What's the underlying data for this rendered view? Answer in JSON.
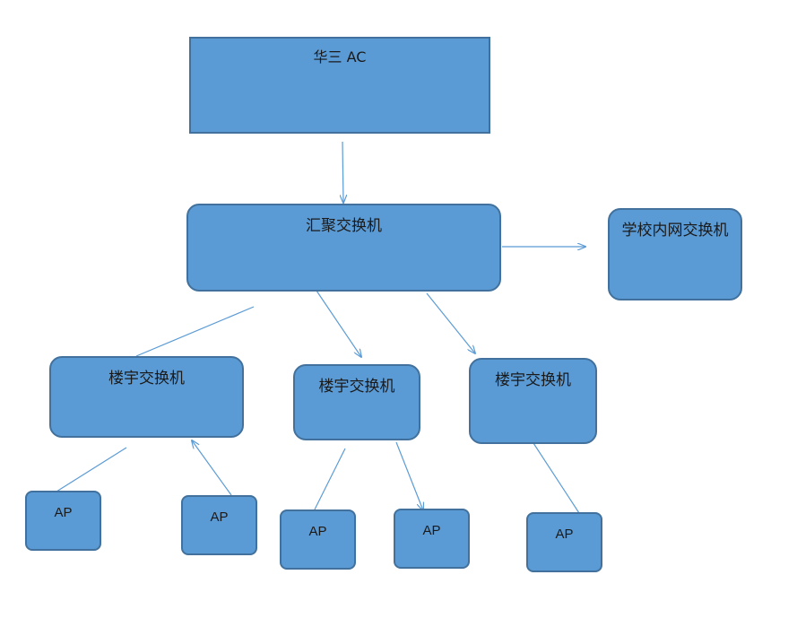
{
  "diagram": {
    "ac": "华三 AC",
    "core_switch": "汇聚交换机",
    "campus_switch": "学校内网交换机",
    "building_switches": [
      "楼宇交换机",
      "楼宇交换机",
      "楼宇交换机"
    ],
    "aps": [
      "AP",
      "AP",
      "AP",
      "AP",
      "AP"
    ],
    "colors": {
      "fill": "#5b9bd5",
      "border": "#41719c",
      "line": "#5b9bd5"
    }
  }
}
